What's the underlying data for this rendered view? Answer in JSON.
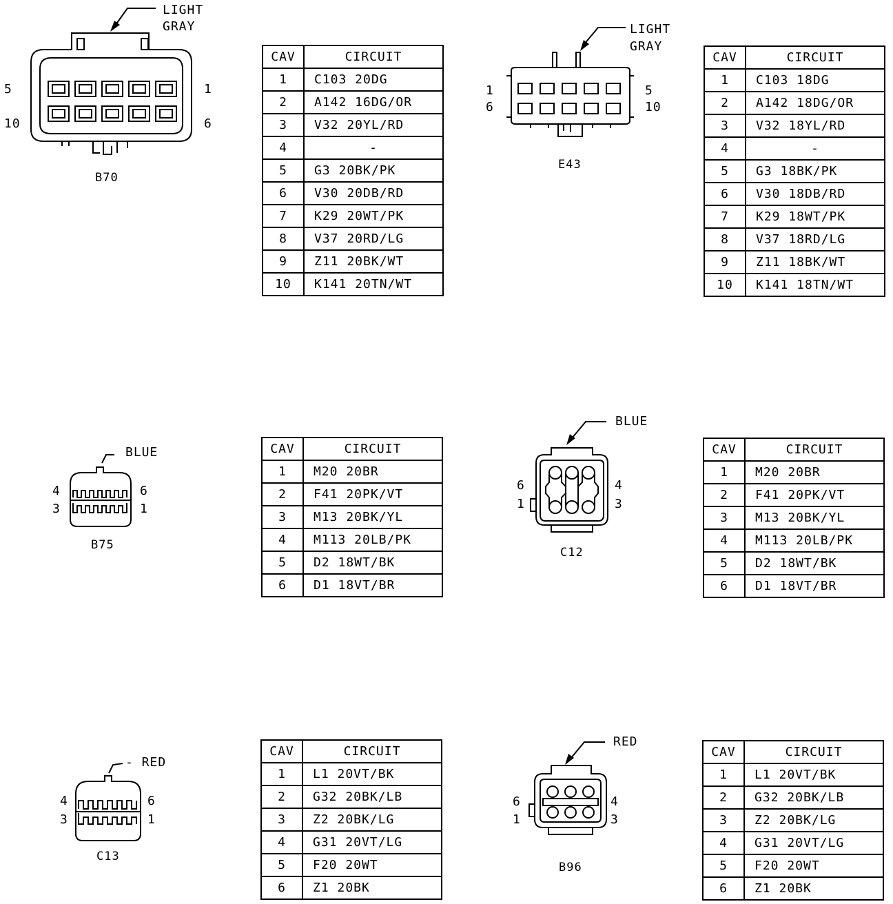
{
  "connectors": [
    {
      "id": "B70",
      "color_label": [
        "LIGHT",
        "GRAY"
      ],
      "cavity_labels": {
        "top_left": "5",
        "top_right": "1",
        "bottom_left": "10",
        "bottom_right": "6"
      },
      "table": {
        "headers": [
          "CAV",
          "CIRCUIT"
        ],
        "rows": [
          [
            "1",
            "C103 20DG"
          ],
          [
            "2",
            "A142 16DG/OR"
          ],
          [
            "3",
            "V32 20YL/RD"
          ],
          [
            "4",
            "-"
          ],
          [
            "5",
            "G3 20BK/PK"
          ],
          [
            "6",
            "V30 20DB/RD"
          ],
          [
            "7",
            "K29 20WT/PK"
          ],
          [
            "8",
            "V37 20RD/LG"
          ],
          [
            "9",
            "Z11 20BK/WT"
          ],
          [
            "10",
            "K141 20TN/WT"
          ]
        ]
      }
    },
    {
      "id": "E43",
      "color_label": [
        "LIGHT",
        "GRAY"
      ],
      "cavity_labels": {
        "top_left": "1",
        "top_right": "5",
        "bottom_left": "6",
        "bottom_right": "10"
      },
      "table": {
        "headers": [
          "CAV",
          "CIRCUIT"
        ],
        "rows": [
          [
            "1",
            "C103 18DG"
          ],
          [
            "2",
            "A142 18DG/OR"
          ],
          [
            "3",
            "V32 18YL/RD"
          ],
          [
            "4",
            "-"
          ],
          [
            "5",
            "G3 18BK/PK"
          ],
          [
            "6",
            "V30 18DB/RD"
          ],
          [
            "7",
            "K29 18WT/PK"
          ],
          [
            "8",
            "V37 18RD/LG"
          ],
          [
            "9",
            "Z11 18BK/WT"
          ],
          [
            "10",
            "K141 18TN/WT"
          ]
        ]
      }
    },
    {
      "id": "B75",
      "color_label": [
        "BLUE"
      ],
      "cavity_labels": {
        "top_left": "4",
        "top_right": "6",
        "bottom_left": "3",
        "bottom_right": "1"
      },
      "table": {
        "headers": [
          "CAV",
          "CIRCUIT"
        ],
        "rows": [
          [
            "1",
            "M20 20BR"
          ],
          [
            "2",
            "F41 20PK/VT"
          ],
          [
            "3",
            "M13 20BK/YL"
          ],
          [
            "4",
            "M113 20LB/PK"
          ],
          [
            "5",
            "D2 18WT/BK"
          ],
          [
            "6",
            "D1 18VT/BR"
          ]
        ]
      }
    },
    {
      "id": "C12",
      "color_label": [
        "BLUE"
      ],
      "cavity_labels": {
        "top_left": "6",
        "top_right": "4",
        "bottom_left": "1",
        "bottom_right": "3"
      },
      "table": {
        "headers": [
          "CAV",
          "CIRCUIT"
        ],
        "rows": [
          [
            "1",
            "M20 20BR"
          ],
          [
            "2",
            "F41 20PK/VT"
          ],
          [
            "3",
            "M13 20BK/YL"
          ],
          [
            "4",
            "M113 20LB/PK"
          ],
          [
            "5",
            "D2 18WT/BK"
          ],
          [
            "6",
            "D1 18VT/BR"
          ]
        ]
      }
    },
    {
      "id": "C13",
      "color_label": [
        "- RED"
      ],
      "cavity_labels": {
        "top_left": "4",
        "top_right": "6",
        "bottom_left": "3",
        "bottom_right": "1"
      },
      "table": {
        "headers": [
          "CAV",
          "CIRCUIT"
        ],
        "rows": [
          [
            "1",
            "L1 20VT/BK"
          ],
          [
            "2",
            "G32 20BK/LB"
          ],
          [
            "3",
            "Z2 20BK/LG"
          ],
          [
            "4",
            "G31 20VT/LG"
          ],
          [
            "5",
            "F20 20WT"
          ],
          [
            "6",
            "Z1 20BK"
          ]
        ]
      }
    },
    {
      "id": "B96",
      "color_label": [
        "RED"
      ],
      "cavity_labels": {
        "top_left": "6",
        "top_right": "4",
        "bottom_left": "1",
        "bottom_right": "3"
      },
      "table": {
        "headers": [
          "CAV",
          "CIRCUIT"
        ],
        "rows": [
          [
            "1",
            "L1 20VT/BK"
          ],
          [
            "2",
            "G32 20BK/LB"
          ],
          [
            "3",
            "Z2 20BK/LG"
          ],
          [
            "4",
            "G31 20VT/LG"
          ],
          [
            "5",
            "F20 20WT"
          ],
          [
            "6",
            "Z1 20BK"
          ]
        ]
      }
    }
  ]
}
